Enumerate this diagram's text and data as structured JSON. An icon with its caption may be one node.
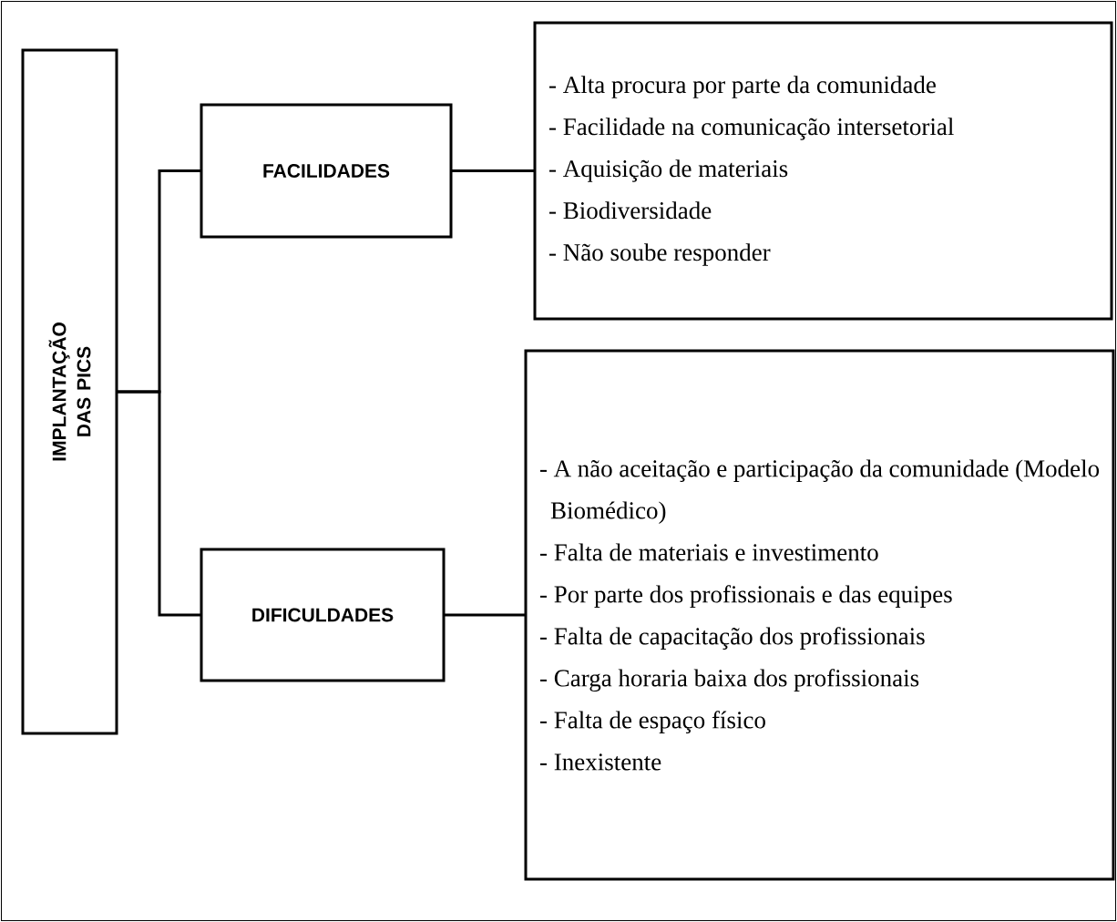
{
  "diagram": {
    "nodes": [
      {
        "text": [
          "IMPLANTAÇÃO DAS PICS"
        ]
      },
      {
        "text": [
          "FACILIDADES"
        ]
      },
      {
        "text": [
          "DIFICULDADES"
        ]
      },
      {
        "text": [
          "- Alta procura por parte da comunidade",
          "- Facilidade na comunicação intersetorial",
          "- Aquisição de materiais",
          "- Biodiversidade",
          "- Não soube responder"
        ]
      },
      {
        "text": [
          "- A não aceitação e participação da comunidade (Modelo Biomédico)",
          "- Falta de materiais e investimento",
          "- Por parte dos profissionais e das equipes",
          "- Falta de capacitação dos profissionais",
          "- Carga horaria baixa dos profissionais",
          "- Falta de espaço físico",
          "- Inexistente"
        ]
      }
    ],
    "edges": [
      {
        "from": 0,
        "to": 1,
        "arrow": "none"
      },
      {
        "from": 0,
        "to": 2,
        "arrow": "none"
      },
      {
        "from": 1,
        "to": 3,
        "arrow": "none"
      },
      {
        "from": 2,
        "to": 4,
        "arrow": "none"
      }
    ]
  }
}
